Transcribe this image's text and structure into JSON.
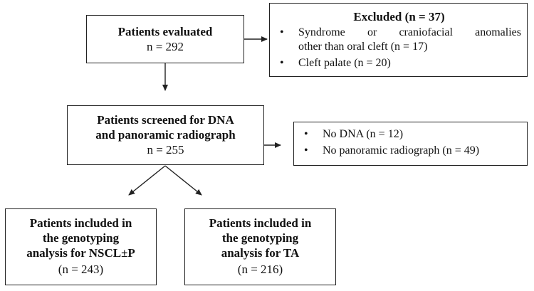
{
  "evaluated": {
    "title": "Patients evaluated",
    "count": "n = 292"
  },
  "excluded": {
    "title": "Excluded",
    "count": "(n = 37)",
    "items": [
      {
        "line1": "Syndrome  or  craniofacial  anomalies",
        "line2": "other than oral cleft (n = 17)"
      },
      {
        "line1": "Cleft palate (n = 20)"
      }
    ]
  },
  "screened": {
    "title_line1": "Patients screened for DNA",
    "title_line2": "and panoramic radiograph",
    "count": "n = 255"
  },
  "screen_excluded": {
    "items": [
      {
        "text": "No DNA (n = 12)"
      },
      {
        "text": "No panoramic radiograph (n = 49)"
      }
    ]
  },
  "included_nscl": {
    "line1": "Patients included in",
    "line2": "the genotyping",
    "line3": "analysis for NSCL±P",
    "count": "(n = 243)"
  },
  "included_ta": {
    "line1": "Patients included in",
    "line2": "the genotyping",
    "line3": "analysis for TA",
    "count": "(n = 216)"
  },
  "bullet_symbol": "•"
}
